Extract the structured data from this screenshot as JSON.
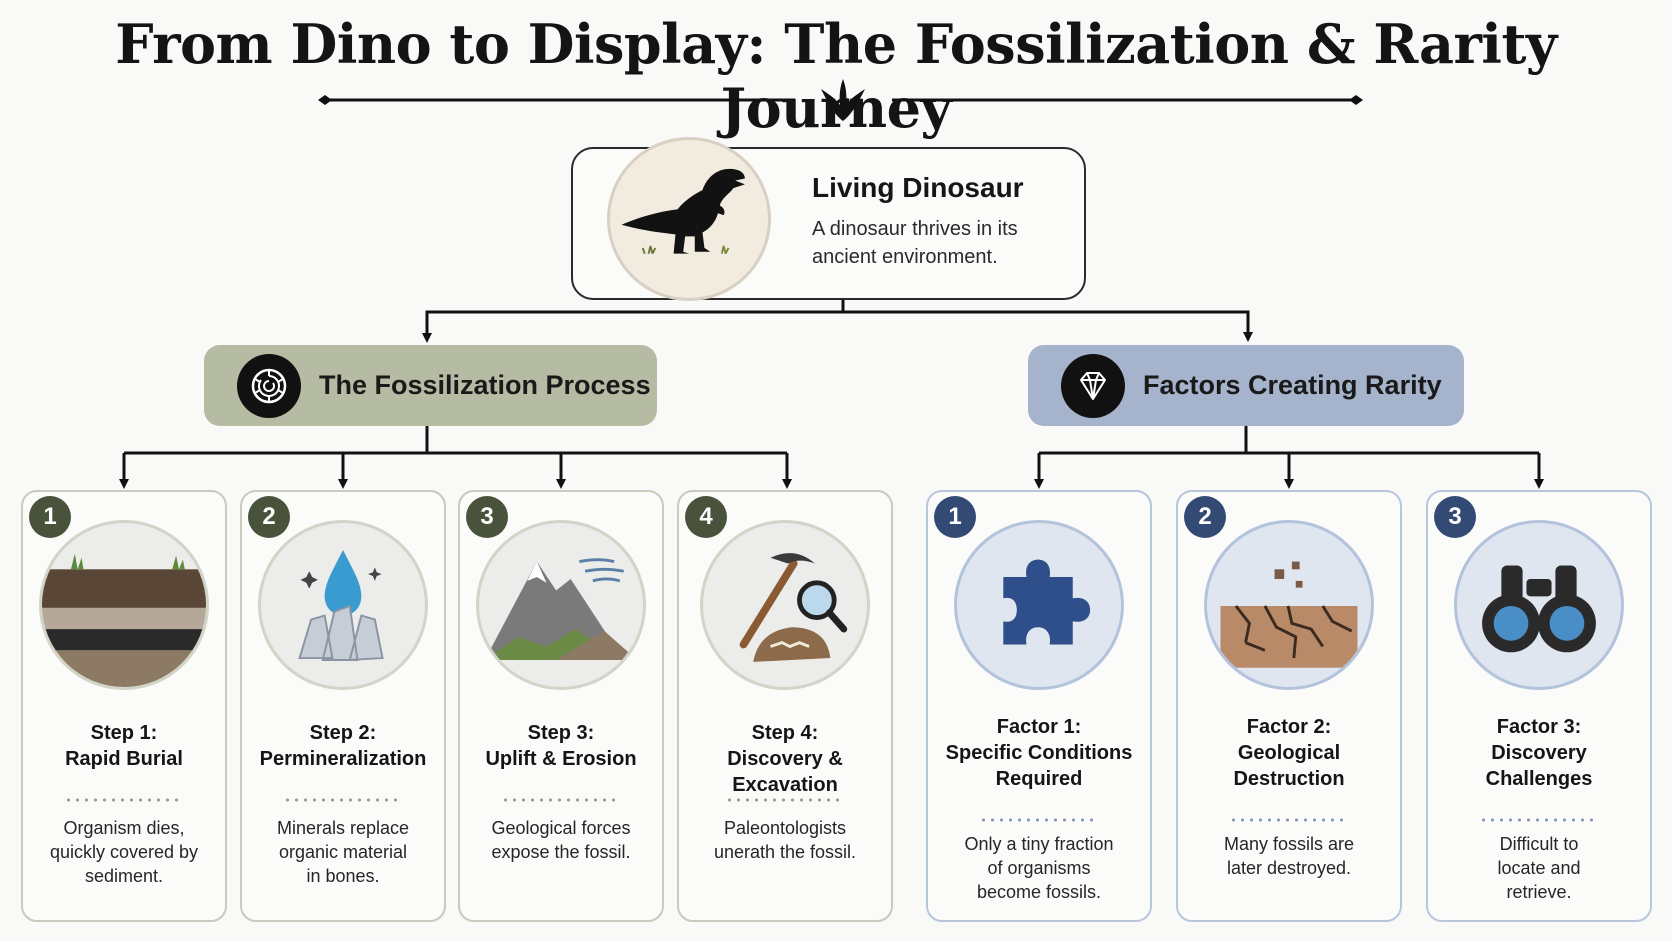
{
  "title": "From Dino to Display: The Fossilization & Rarity Journey",
  "root": {
    "title": "Living Dinosaur",
    "description": "A dinosaur thrives in its ancient environment.",
    "icon": "t-rex-silhouette-icon"
  },
  "fossilization": {
    "label": "The Fossilization Process",
    "icon": "ammonite-icon",
    "color": "#b6bba3",
    "steps": [
      {
        "number": "1",
        "title_line1": "Step 1:",
        "title_line2": "Rapid Burial",
        "description": "Organism dies, quickly covered by sediment.",
        "icon": "sediment-layers-icon"
      },
      {
        "number": "2",
        "title_line1": "Step 2:",
        "title_line2": "Permineralization",
        "description": "Minerals replace organic material in bones.",
        "icon": "water-crystals-icon"
      },
      {
        "number": "3",
        "title_line1": "Step 3:",
        "title_line2": "Uplift & Erosion",
        "description": "Geological forces expose the fossil.",
        "icon": "mountain-wind-icon"
      },
      {
        "number": "4",
        "title_line1": "Step 4:",
        "title_line2": "Discovery & Excavation",
        "description": "Paleontologists unerath the fossil.",
        "icon": "pickaxe-magnifier-icon"
      }
    ]
  },
  "rarity": {
    "label": "Factors Creating Rarity",
    "icon": "diamond-icon",
    "color": "#a5b4cc",
    "factors": [
      {
        "number": "1",
        "title": "Factor 1:\nSpecific Conditions\nRequired",
        "description": "Only a tiny fraction of organisms become fossils.",
        "icon": "puzzle-piece-icon"
      },
      {
        "number": "2",
        "title": "Factor 2:\nGeological\nDestruction",
        "description": "Many fossils are later destroyed.",
        "icon": "cracked-ground-icon"
      },
      {
        "number": "3",
        "title": "Factor 3:\nDiscovery\nChallenges",
        "description": "Difficult to locate and retrieve.",
        "icon": "binoculars-icon"
      }
    ]
  }
}
